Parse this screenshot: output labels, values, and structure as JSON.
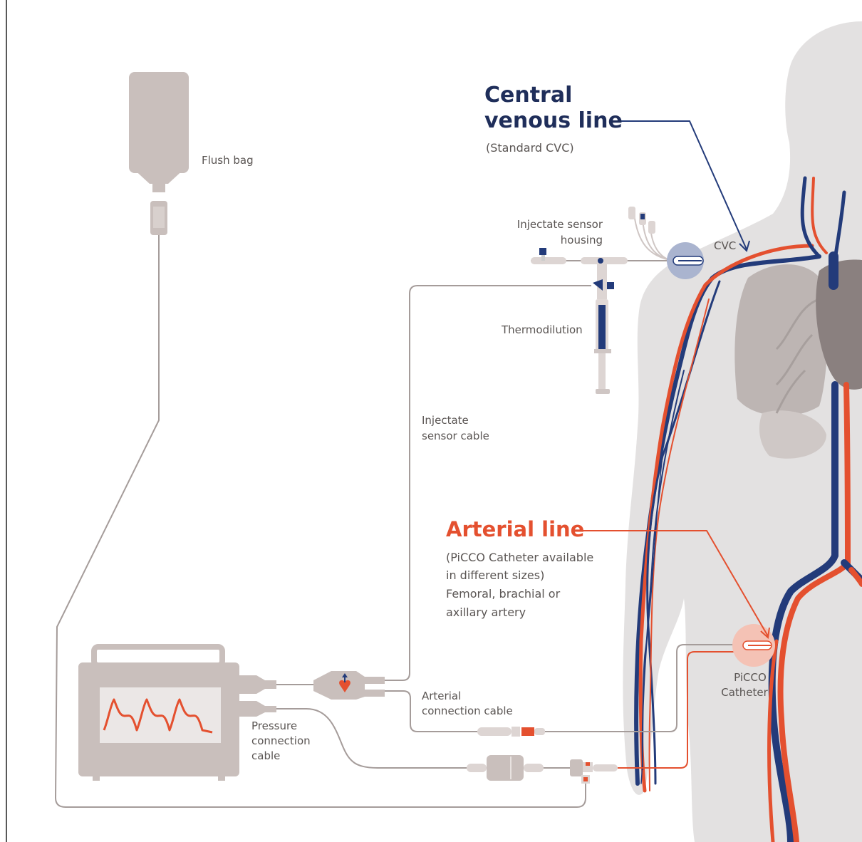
{
  "colors": {
    "device": "#c9bfbc",
    "device_dark": "#8f8482",
    "body": "#e3e1e1",
    "lung": "#bdb5b3",
    "heart": "#8a807f",
    "vein": "#233b7a",
    "artery": "#e4502f",
    "cable": "#a59c9a",
    "label": "#5a5553",
    "header_blue": "#1f2e5a",
    "header_red": "#e4502f"
  },
  "labels": {
    "flush_bag": "Flush bag",
    "central_title_1": "Central",
    "central_title_2": "venous line",
    "central_sub": "(Standard CVC)",
    "injectate_housing_1": "Injectate sensor",
    "injectate_housing_2": "housing",
    "cvc": "CVC",
    "thermodilution": "Thermodilution",
    "injectate_cable_1": "Injectate",
    "injectate_cable_2": "sensor cable",
    "arterial_title": "Arterial line",
    "arterial_sub_1": "(PiCCO Catheter available",
    "arterial_sub_2": "in different sizes)",
    "arterial_sub_3": "Femoral, brachial or",
    "arterial_sub_4": "axillary artery",
    "picco_1": "PiCCO",
    "picco_2": "Catheter",
    "arterial_cable_1": "Arterial",
    "arterial_cable_2": "connection cable",
    "pressure_cable_1": "Pressure",
    "pressure_cable_2": "connection",
    "pressure_cable_3": "cable"
  }
}
